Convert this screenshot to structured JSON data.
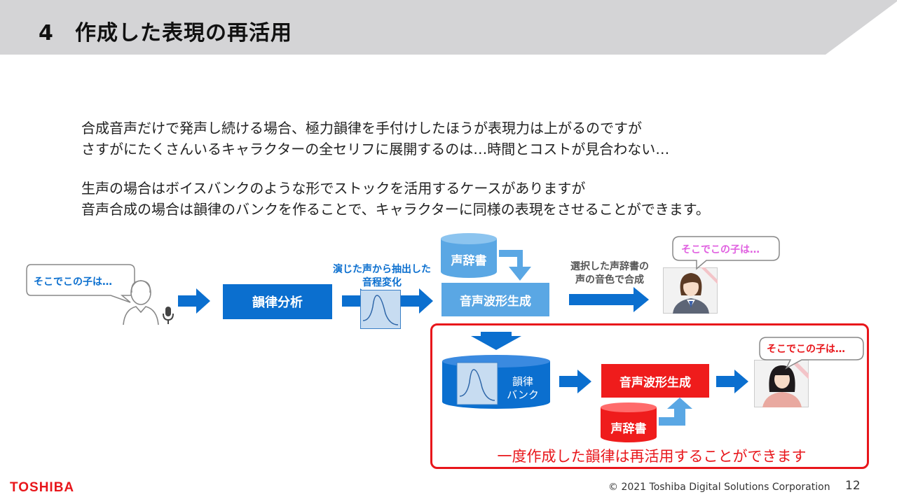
{
  "header": {
    "number": "4",
    "title": "作成した表現の再活用"
  },
  "body": {
    "line1": "合成音声だけで発声し続ける場合、極力韻律を手付けしたほうが表現力は上がるのですが",
    "line2": "さすがにたくさんいるキャラクターの全セリフに展開するのは…時間とコストが見合わない…",
    "line3": "生声の場合はボイスバンクのような形でストックを活用するケースがありますが",
    "line4": "音声合成の場合は韻律のバンクを作ることで、キャラクターに同様の表現をさせることができます。"
  },
  "diagram": {
    "speech_bubble_human": "そこでこの子は…",
    "prosody_analysis": "韻律分析",
    "extracted_caption_1": "演じた声から抽出した",
    "extracted_caption_2": "音程変化",
    "voice_dict_top": "声辞書",
    "waveform_gen_top": "音声波形生成",
    "selected_caption_1": "選択した声辞書の",
    "selected_caption_2": "声の音色で合成",
    "speech_bubble_char1": "そこでこの子は…",
    "prosody_bank_1": "韻律",
    "prosody_bank_2": "バンク",
    "waveform_gen_bottom": "音声波形生成",
    "voice_dict_bottom": "声辞書",
    "speech_bubble_char2": "そこでこの子は…",
    "reuse_text": "一度作成した韻律は再活用することができます"
  },
  "footer": {
    "copyright": "© 2021 Toshiba Digital Solutions Corporation",
    "page": "12",
    "logo": "TOSHIBA"
  },
  "colors": {
    "blue": "#0b6fcf",
    "light_blue": "#5aa7e4",
    "red": "#ef1c1c",
    "pink": "#e060e0",
    "banner_gray": "#d4d4d6"
  }
}
